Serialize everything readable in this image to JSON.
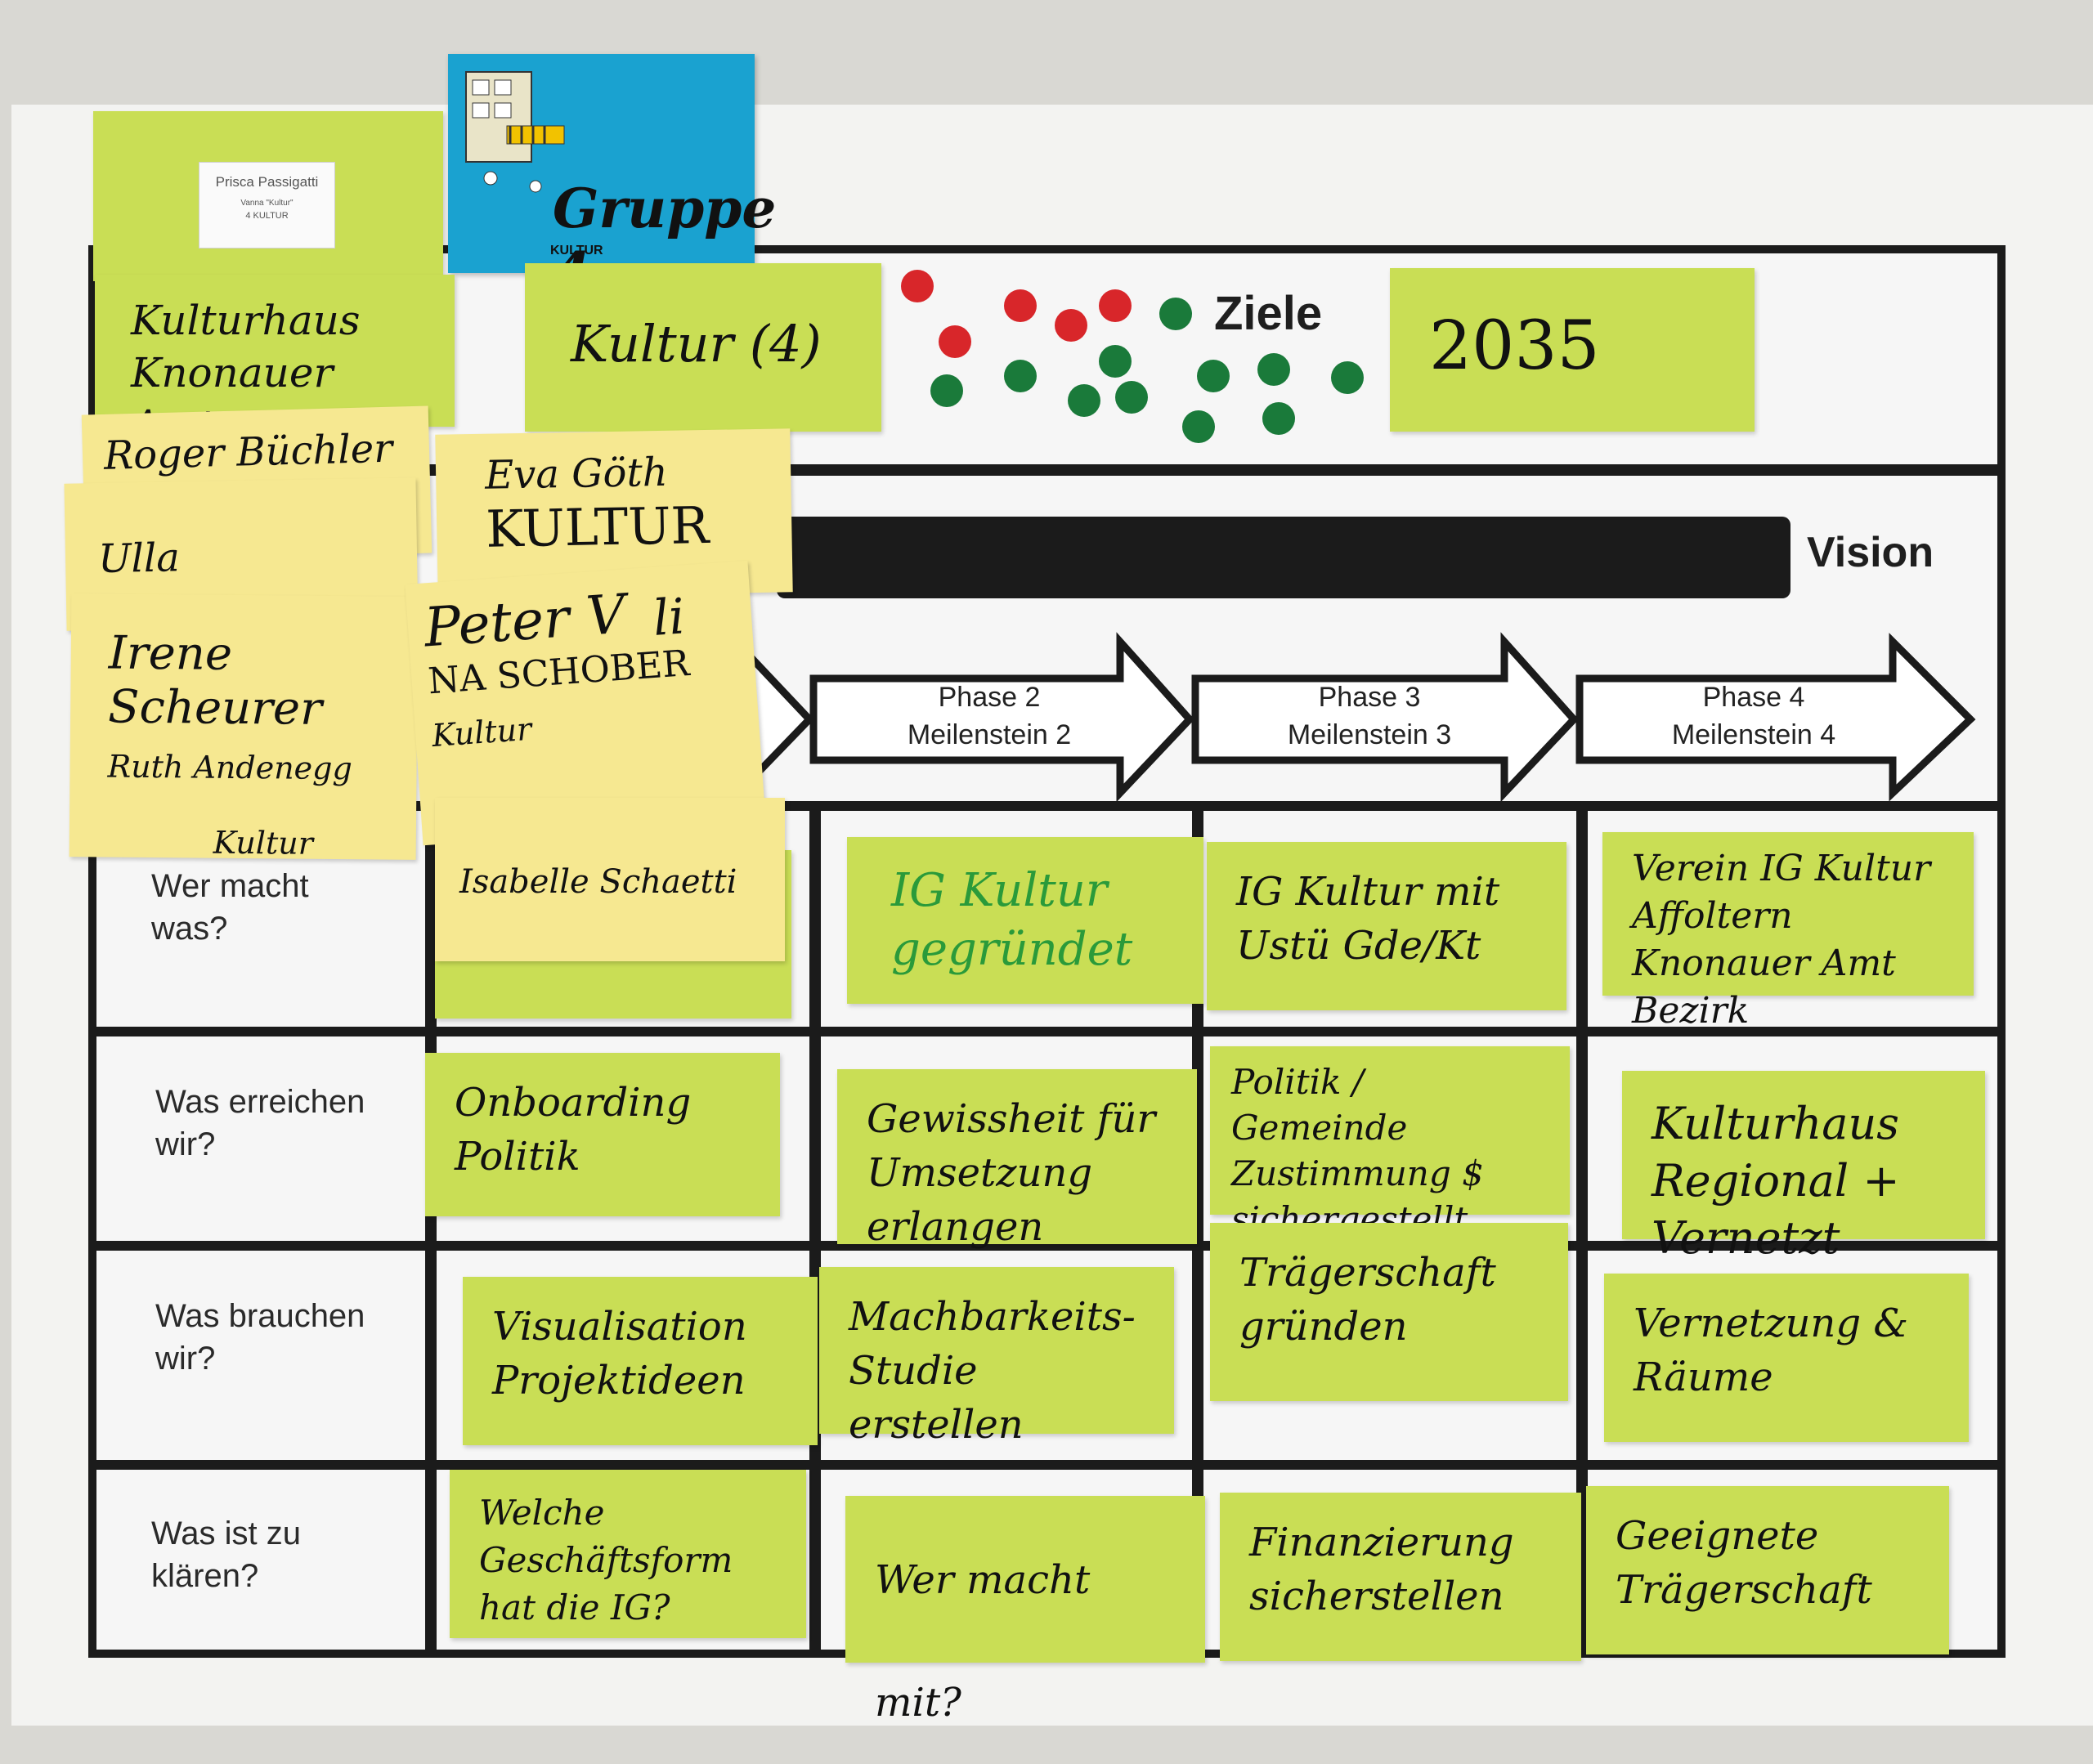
{
  "header": {
    "name_card": {
      "name": "Prisca Passigatti",
      "line2": "Vanna \"Kultur\"",
      "line3": "4 KULTUR"
    },
    "group_card": {
      "title": "Gruppe 4",
      "subtitle": "KULTUR"
    },
    "note_org": "Kulturhaus Knonauer Amt",
    "note_group": "Kultur (4)",
    "ziele_label": "Ziele",
    "year_note": "2035"
  },
  "vision_label": "Vision",
  "phases": [
    {
      "line1": "Phase 2",
      "line2": "Meilenstein 2"
    },
    {
      "line1": "Phase 3",
      "line2": "Meilenstein 3"
    },
    {
      "line1": "Phase 4",
      "line2": "Meilenstein 4"
    }
  ],
  "row_labels": [
    {
      "line1": "Wer macht",
      "line2": "was?"
    },
    {
      "line1": "Was erreichen",
      "line2": "wir?"
    },
    {
      "line1": "Was brauchen",
      "line2": "wir?"
    },
    {
      "line1": "Was ist zu",
      "line2": "klären?"
    }
  ],
  "participants": {
    "n1": "Roger Büchler",
    "n2": "Ulla Schiesser",
    "n3": "Eva Göth",
    "n3b": "KULTUR",
    "n4": "Irene Scheurer",
    "n4b": "Ruth Andenegg",
    "n4c": "Kultur",
    "n5": "Peter V",
    "n5b": "NA SCHOBER",
    "n5c": "Kultur",
    "n5d": "li",
    "n6": "Isabelle Schaetti"
  },
  "grid": {
    "r1": {
      "c2": "IG Kultur gegründet",
      "c3": "IG Kultur mit Ustü Gde/Kt",
      "c4": "Verein IG Kultur Affoltern Knonauer Amt Bezirk"
    },
    "r2": {
      "c1": "Onboarding Politik",
      "c2": "Gewissheit für Umsetzung erlangen",
      "c3": "Politik / Gemeinde Zustimmung $ sichergestellt",
      "c4": "Kulturhaus Regional + Vernetzt"
    },
    "r3": {
      "c1": "Visualisation Projektideen",
      "c2": "Machbarkeits-Studie erstellen",
      "c3": "Trägerschaft gründen",
      "c4": "Vernetzung & Räume"
    },
    "r4": {
      "c1": "Welche Geschäftsform hat die IG?",
      "c2": "Wer macht mit?",
      "c3": "Finanzierung sicherstellen",
      "c4": "Geeignete Trägerschaft"
    }
  },
  "colors": {
    "note_green": "#c9de55",
    "note_yellow": "#f6e891",
    "dot_red": "#d8262a",
    "dot_green": "#1a7a3a",
    "card_blue": "#1aa2d0"
  }
}
